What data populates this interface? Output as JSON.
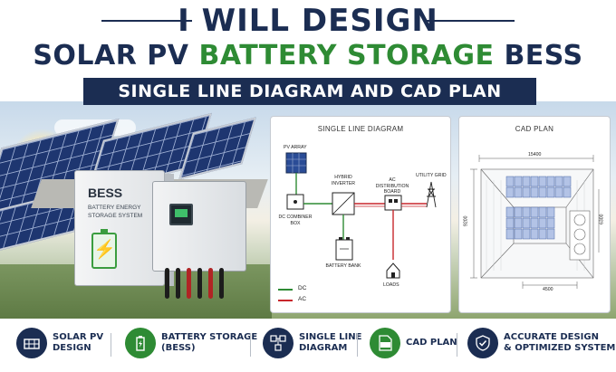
{
  "header": {
    "line1": "I WILL DESIGN",
    "line2_part1": "SOLAR PV",
    "line2_part2": "BATTERY STORAGE",
    "line2_part3": "BESS",
    "banner": "SINGLE LINE DIAGRAM AND CAD PLAN"
  },
  "scene": {
    "bess_title": "BESS",
    "bess_subtitle": "BATTERY ENERGY STORAGE SYSTEM"
  },
  "sld": {
    "title": "SINGLE LINE DIAGRAM",
    "pv_array": "PV ARRAY",
    "dc_combiner": "DC COMBINER BOX",
    "hybrid_inverter": "HYBRID INVERTER",
    "ac_distribution": "AC DISTRIBUTION BOARD",
    "utility_grid": "UTILITY GRID",
    "battery_bank": "BATTERY BANK",
    "loads": "LOADS",
    "legend_dc": "DC",
    "legend_ac": "AC"
  },
  "cad": {
    "title": "CAD PLAN",
    "dim_top": "15400",
    "dim_bottom": "4500",
    "dim_left": "9200",
    "dim_right": "6300"
  },
  "footer": [
    {
      "line1": "SOLAR PV",
      "line2": "DESIGN",
      "icon": "solar-panel-icon"
    },
    {
      "line1": "BATTERY STORAGE",
      "line2": "(BESS)",
      "icon": "battery-icon"
    },
    {
      "line1": "SINGLE LINE",
      "line2": "DIAGRAM",
      "icon": "diagram-icon"
    },
    {
      "line1": "CAD PLAN",
      "line2": "",
      "icon": "cad-file-icon"
    },
    {
      "line1": "ACCURATE DESIGN",
      "line2": "& OPTIMIZED SYSTEM",
      "icon": "shield-check-icon"
    }
  ],
  "colors": {
    "navy": "#1b2d52",
    "green": "#2e8b34",
    "dc_line": "#2e8b34",
    "ac_line": "#c8262b"
  }
}
